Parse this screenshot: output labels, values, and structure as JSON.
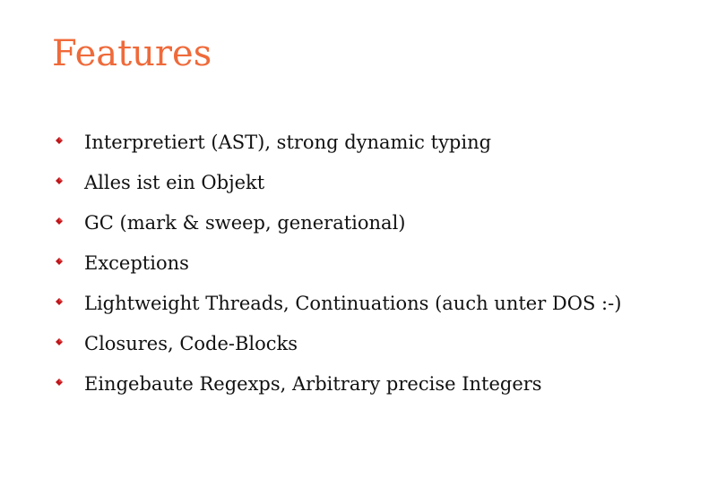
{
  "slide": {
    "title": "Features",
    "title_color": "#ef6a3a",
    "bullet_icon": "red-diamond-bullet-icon",
    "bullet_color": "#c0151a",
    "items": [
      {
        "text": "Interpretiert (AST), strong dynamic typing"
      },
      {
        "text": "Alles ist ein Objekt"
      },
      {
        "text": "GC (mark & sweep, generational)"
      },
      {
        "text": "Exceptions"
      },
      {
        "text": "Lightweight Threads, Continuations (auch unter DOS :-)"
      },
      {
        "text": "Closures, Code-Blocks"
      },
      {
        "text": "Eingebaute Regexps, Arbitrary precise Integers"
      }
    ]
  }
}
